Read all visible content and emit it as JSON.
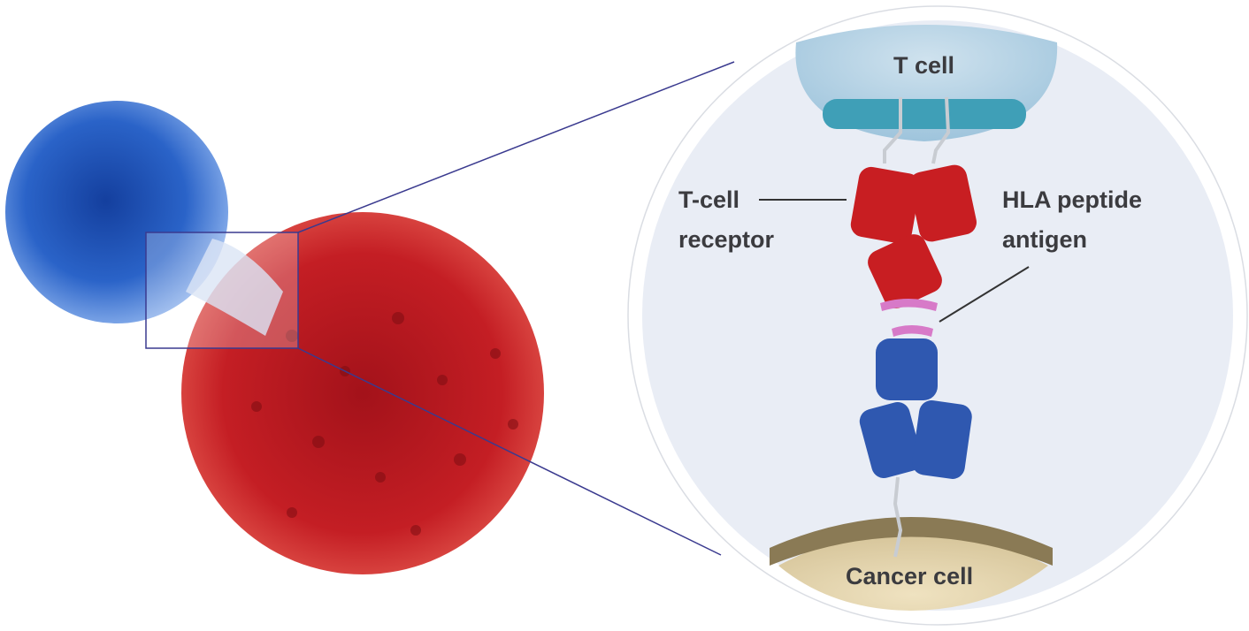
{
  "labels": {
    "t_cell": "T cell",
    "t_cell_receptor_line1": "T-cell",
    "t_cell_receptor_line2": "receptor",
    "hla_line1": "HLA peptide",
    "hla_line2": "antigen",
    "cancer_cell": "Cancer cell"
  },
  "colors": {
    "t_cell_blue": "#1f4fb8",
    "cancer_red": "#c4161c",
    "receptor_red": "#c81e22",
    "antigen_blue": "#2f58b0",
    "peptide_pink": "#d77ac8",
    "zoom_line": "#3a3a8f",
    "inset_bg": "#e9edf5"
  }
}
